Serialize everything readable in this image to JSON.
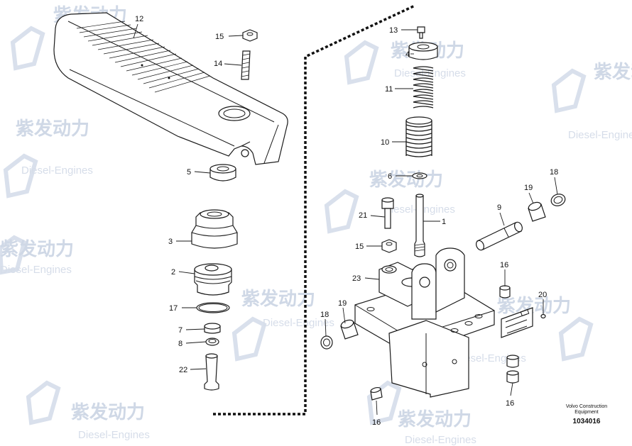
{
  "diagram": {
    "callouts": [
      {
        "id": "c12",
        "text": "12"
      },
      {
        "id": "c15a",
        "text": "15"
      },
      {
        "id": "c14",
        "text": "14"
      },
      {
        "id": "c5",
        "text": "5"
      },
      {
        "id": "c3",
        "text": "3"
      },
      {
        "id": "c2",
        "text": "2"
      },
      {
        "id": "c17",
        "text": "17"
      },
      {
        "id": "c7",
        "text": "7"
      },
      {
        "id": "c8",
        "text": "8"
      },
      {
        "id": "c22",
        "text": "22"
      },
      {
        "id": "c13",
        "text": "13"
      },
      {
        "id": "c4",
        "text": "4"
      },
      {
        "id": "c11",
        "text": "11"
      },
      {
        "id": "c10",
        "text": "10"
      },
      {
        "id": "c6",
        "text": "6"
      },
      {
        "id": "c1",
        "text": "1"
      },
      {
        "id": "c21",
        "text": "21"
      },
      {
        "id": "c15b",
        "text": "15"
      },
      {
        "id": "c23",
        "text": "23"
      },
      {
        "id": "c18a",
        "text": "18"
      },
      {
        "id": "c19a",
        "text": "19"
      },
      {
        "id": "c18b",
        "text": "18"
      },
      {
        "id": "c19b",
        "text": "19"
      },
      {
        "id": "c9",
        "text": "9"
      },
      {
        "id": "c16a",
        "text": "16"
      },
      {
        "id": "c20",
        "text": "20"
      },
      {
        "id": "c16b",
        "text": "16"
      },
      {
        "id": "c16c",
        "text": "16"
      }
    ],
    "brand_line1": "Volvo Construction",
    "brand_line2": "Equipment",
    "drawing_number": "1034016",
    "watermark_cn": "紫发动力",
    "watermark_en": "Diesel-Engines"
  }
}
